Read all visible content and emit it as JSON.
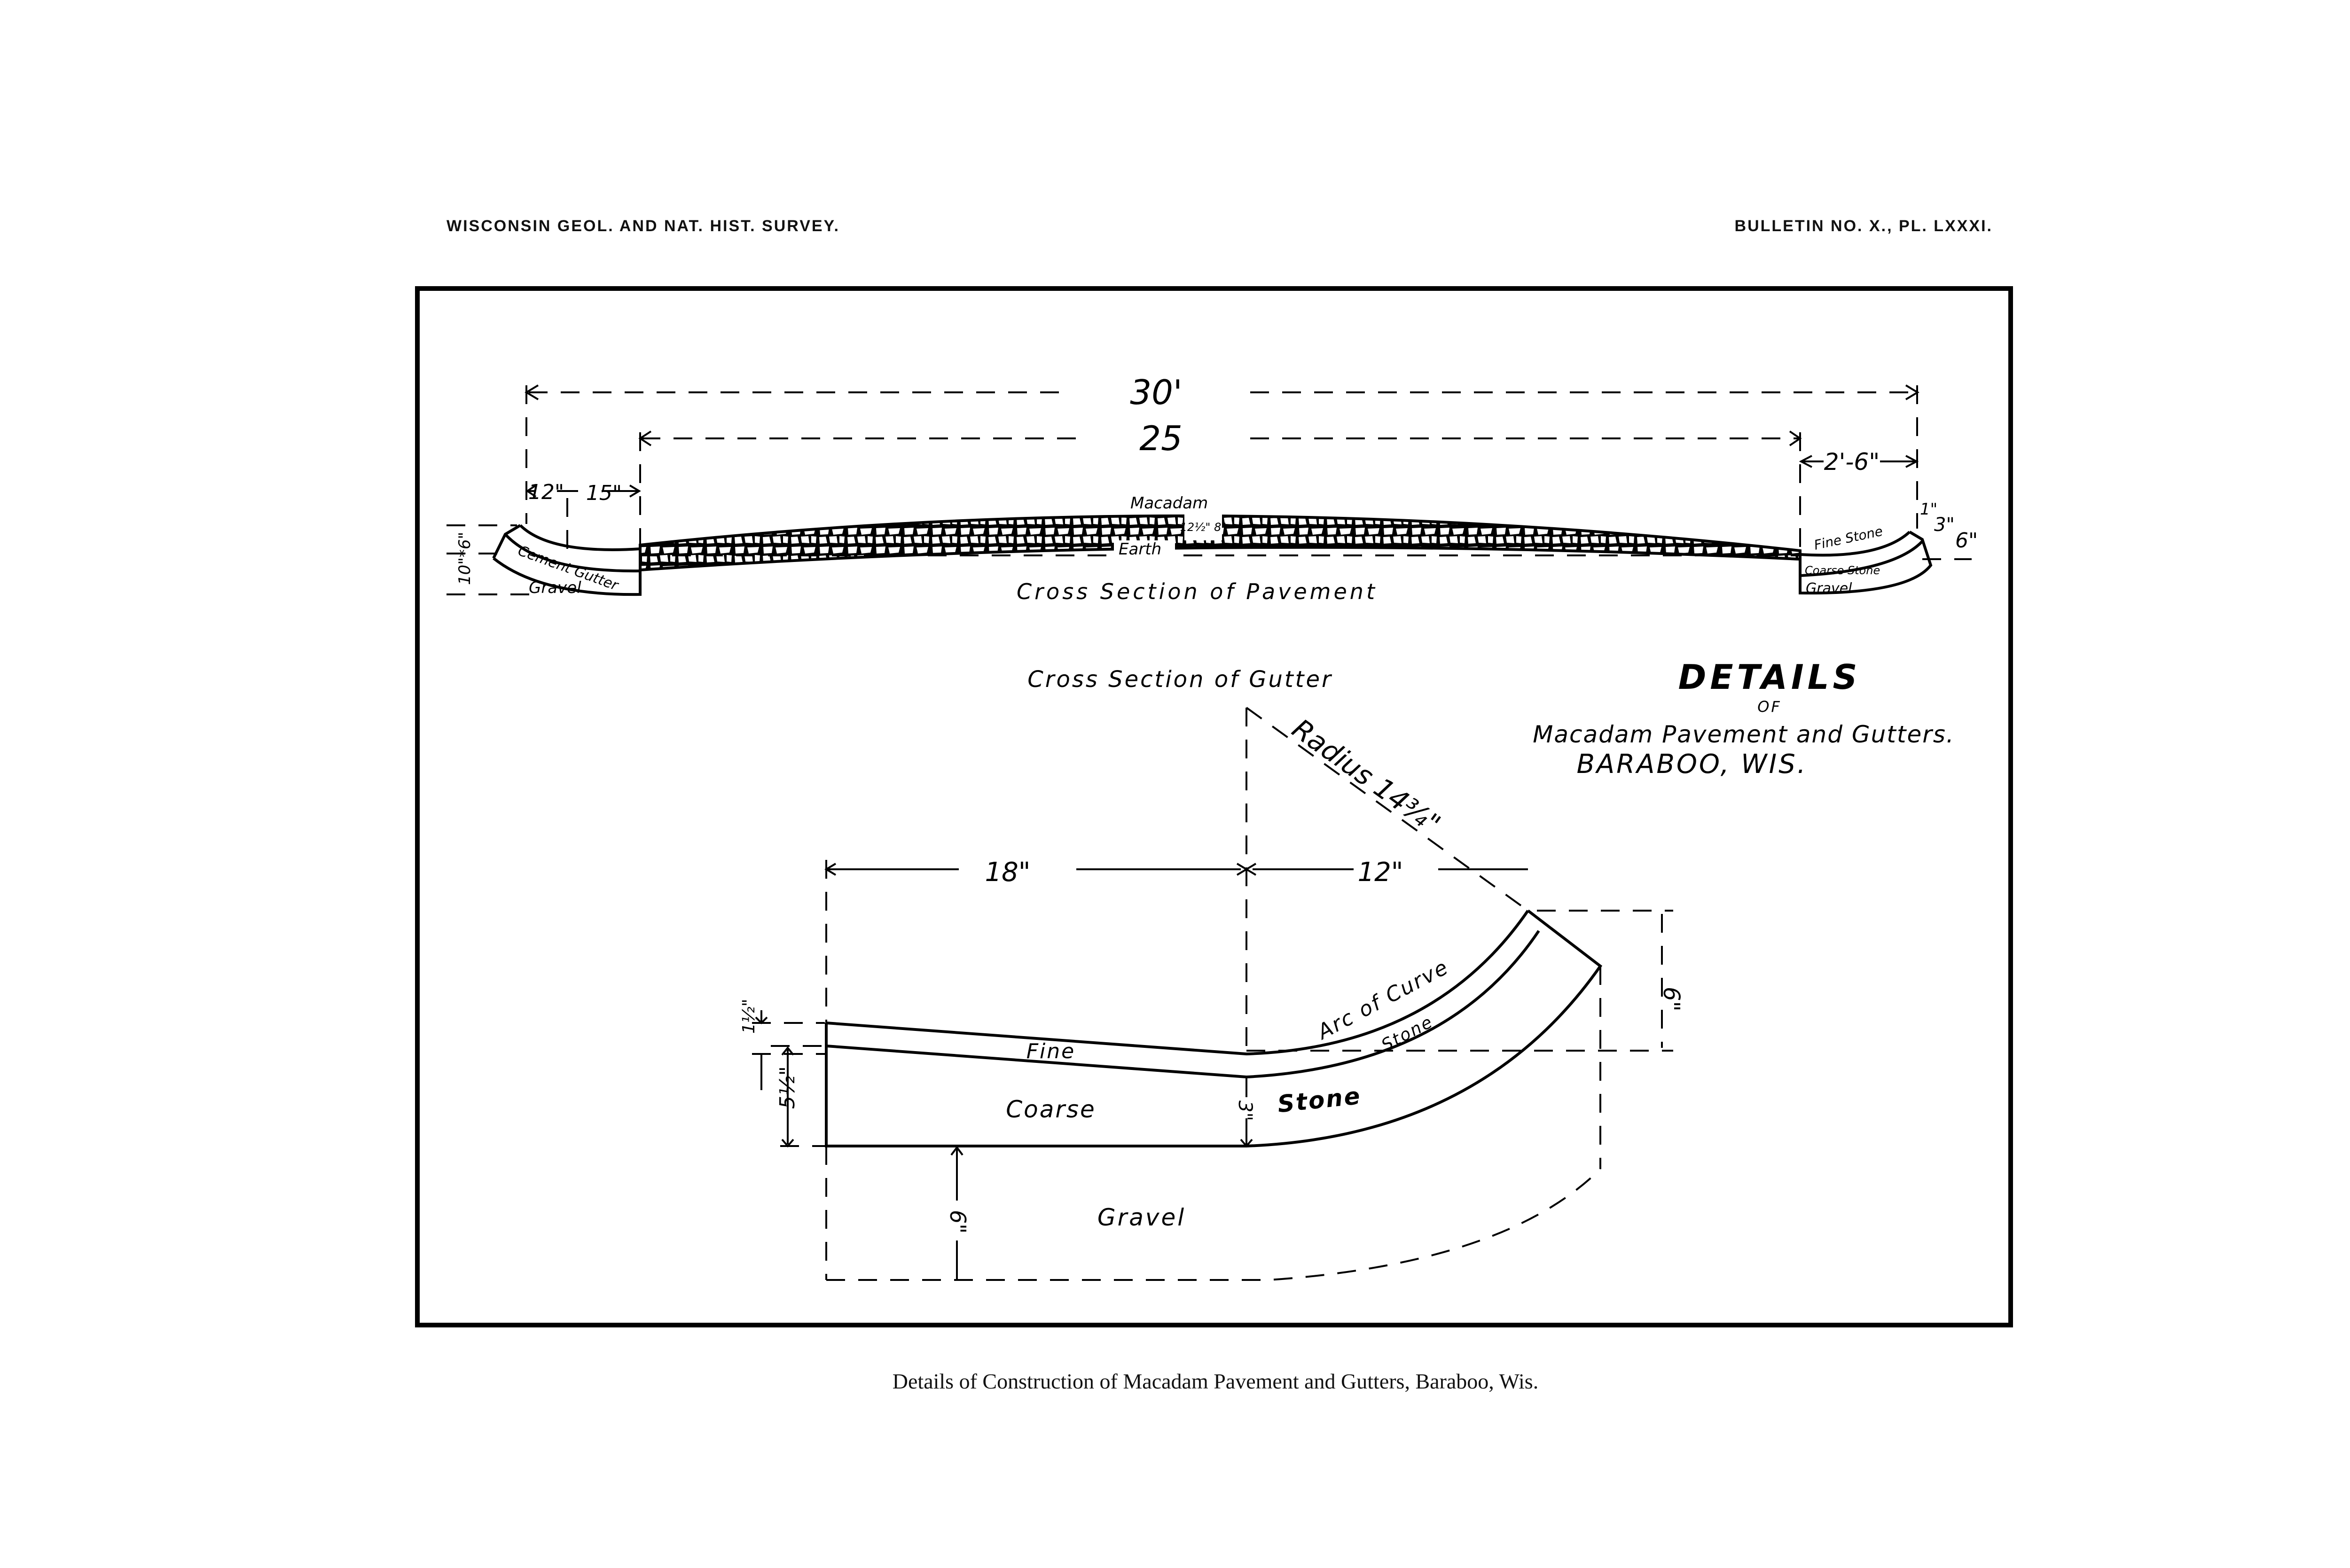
{
  "header": {
    "left": "WISCONSIN GEOL. AND NAT. HIST. SURVEY.",
    "right": "BULLETIN NO. X., PL. LXXXI."
  },
  "caption": "Details of Construction of Macadam Pavement and Gutters, Baraboo, Wis.",
  "title_block": {
    "title": "DETAILS",
    "of": "OF",
    "subtitle": "Macadam Pavement and Gutters.",
    "place": "BARABOO, WIS."
  },
  "pavement": {
    "title": "Cross Section of Pavement",
    "dim_total": "30'",
    "dim_roadway": "25",
    "dim_gutter_right": "2'-6\"",
    "dim_12": "12\"",
    "dim_15": "15\"",
    "dim_height_left": "10\"*6\"",
    "macadam": "Macadam",
    "earth": "Earth",
    "center_dims": "12½\" 8\"",
    "left_gutter": "Cement Gutter",
    "left_gravel": "Gravel",
    "right_fine": "Fine Stone",
    "right_coarse": "Coarse Stone",
    "right_gravel": "Gravel",
    "dim_1": "1\"",
    "dim_3": "3\"",
    "dim_6": "6\""
  },
  "gutter": {
    "title": "Cross Section of Gutter",
    "dim_18": "18\"",
    "dim_12": "12\"",
    "radius": "Radius 14¾\"",
    "dim_6_right": "6\"",
    "dim_1_5": "1½\"",
    "dim_5_5": "5½\"",
    "dim_3": "3\"",
    "dim_6_gravel": "6\"",
    "fine": "Fine",
    "coarse": "Coarse",
    "stone": "Stone",
    "arc": "Arc of Curve",
    "arc_stone": "Stone",
    "gravel": "Gravel"
  }
}
